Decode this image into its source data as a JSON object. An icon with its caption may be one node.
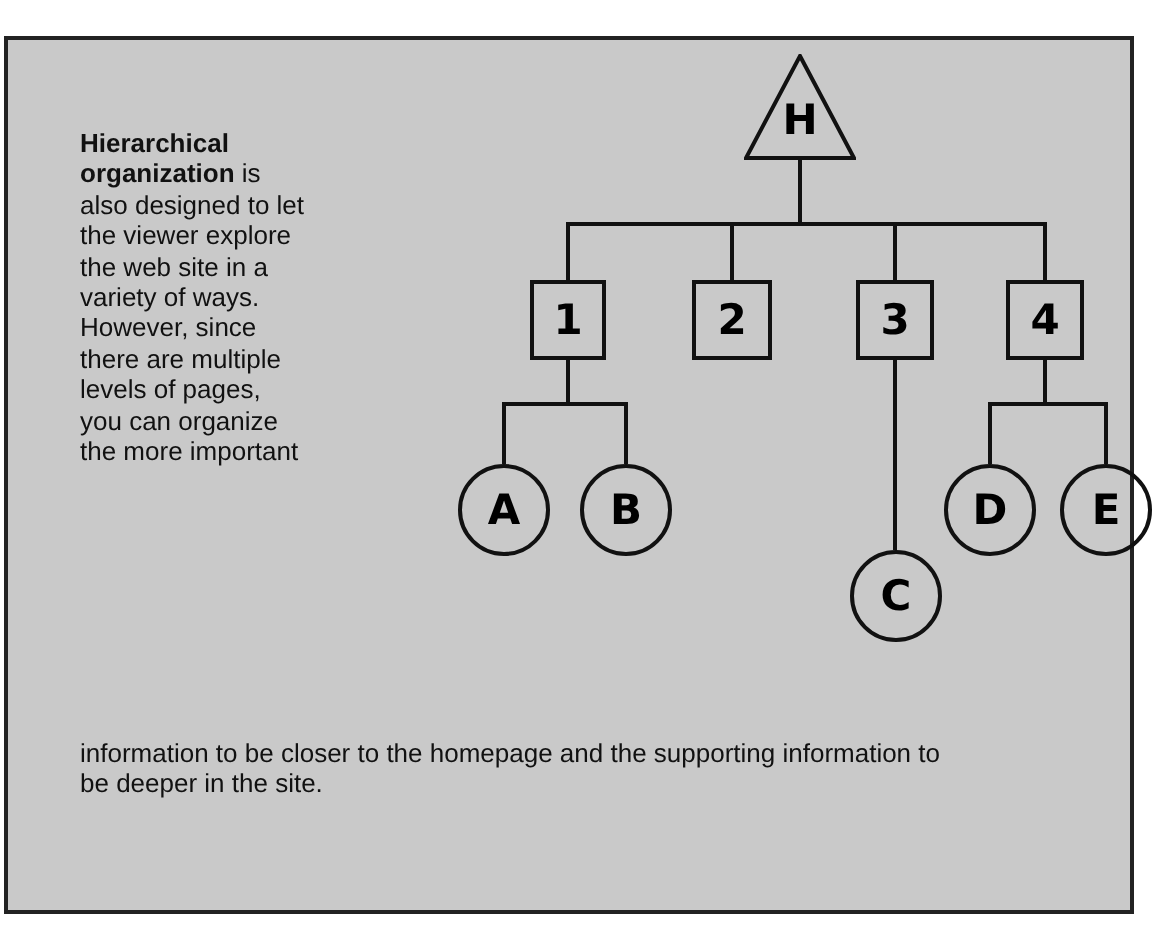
{
  "diagram": {
    "nodes": [
      {
        "text": [
          "H"
        ]
      },
      {
        "text": [
          "1"
        ]
      },
      {
        "text": [
          "2"
        ]
      },
      {
        "text": [
          "3"
        ]
      },
      {
        "text": [
          "4"
        ]
      },
      {
        "text": [
          "A"
        ]
      },
      {
        "text": [
          "B"
        ]
      },
      {
        "text": [
          "C"
        ]
      },
      {
        "text": [
          "D"
        ]
      },
      {
        "text": [
          "E"
        ]
      }
    ],
    "edges": [
      {
        "from": 0,
        "to": 1,
        "arrow": "none"
      },
      {
        "from": 0,
        "to": 2,
        "arrow": "none"
      },
      {
        "from": 0,
        "to": 3,
        "arrow": "none"
      },
      {
        "from": 0,
        "to": 4,
        "arrow": "none"
      },
      {
        "from": 1,
        "to": 5,
        "arrow": "none"
      },
      {
        "from": 1,
        "to": 6,
        "arrow": "none"
      },
      {
        "from": 3,
        "to": 7,
        "arrow": "none"
      },
      {
        "from": 4,
        "to": 8,
        "arrow": "none"
      },
      {
        "from": 4,
        "to": 9,
        "arrow": "none"
      }
    ],
    "labels": [
      "**Hierarchical organization** is also designed to let the viewer explore the web site in a variety of ways. However, since there are multiple levels of pages, you can organize the more important",
      "information to be closer to the homepage and the supporting information to be deeper in the site."
    ]
  }
}
